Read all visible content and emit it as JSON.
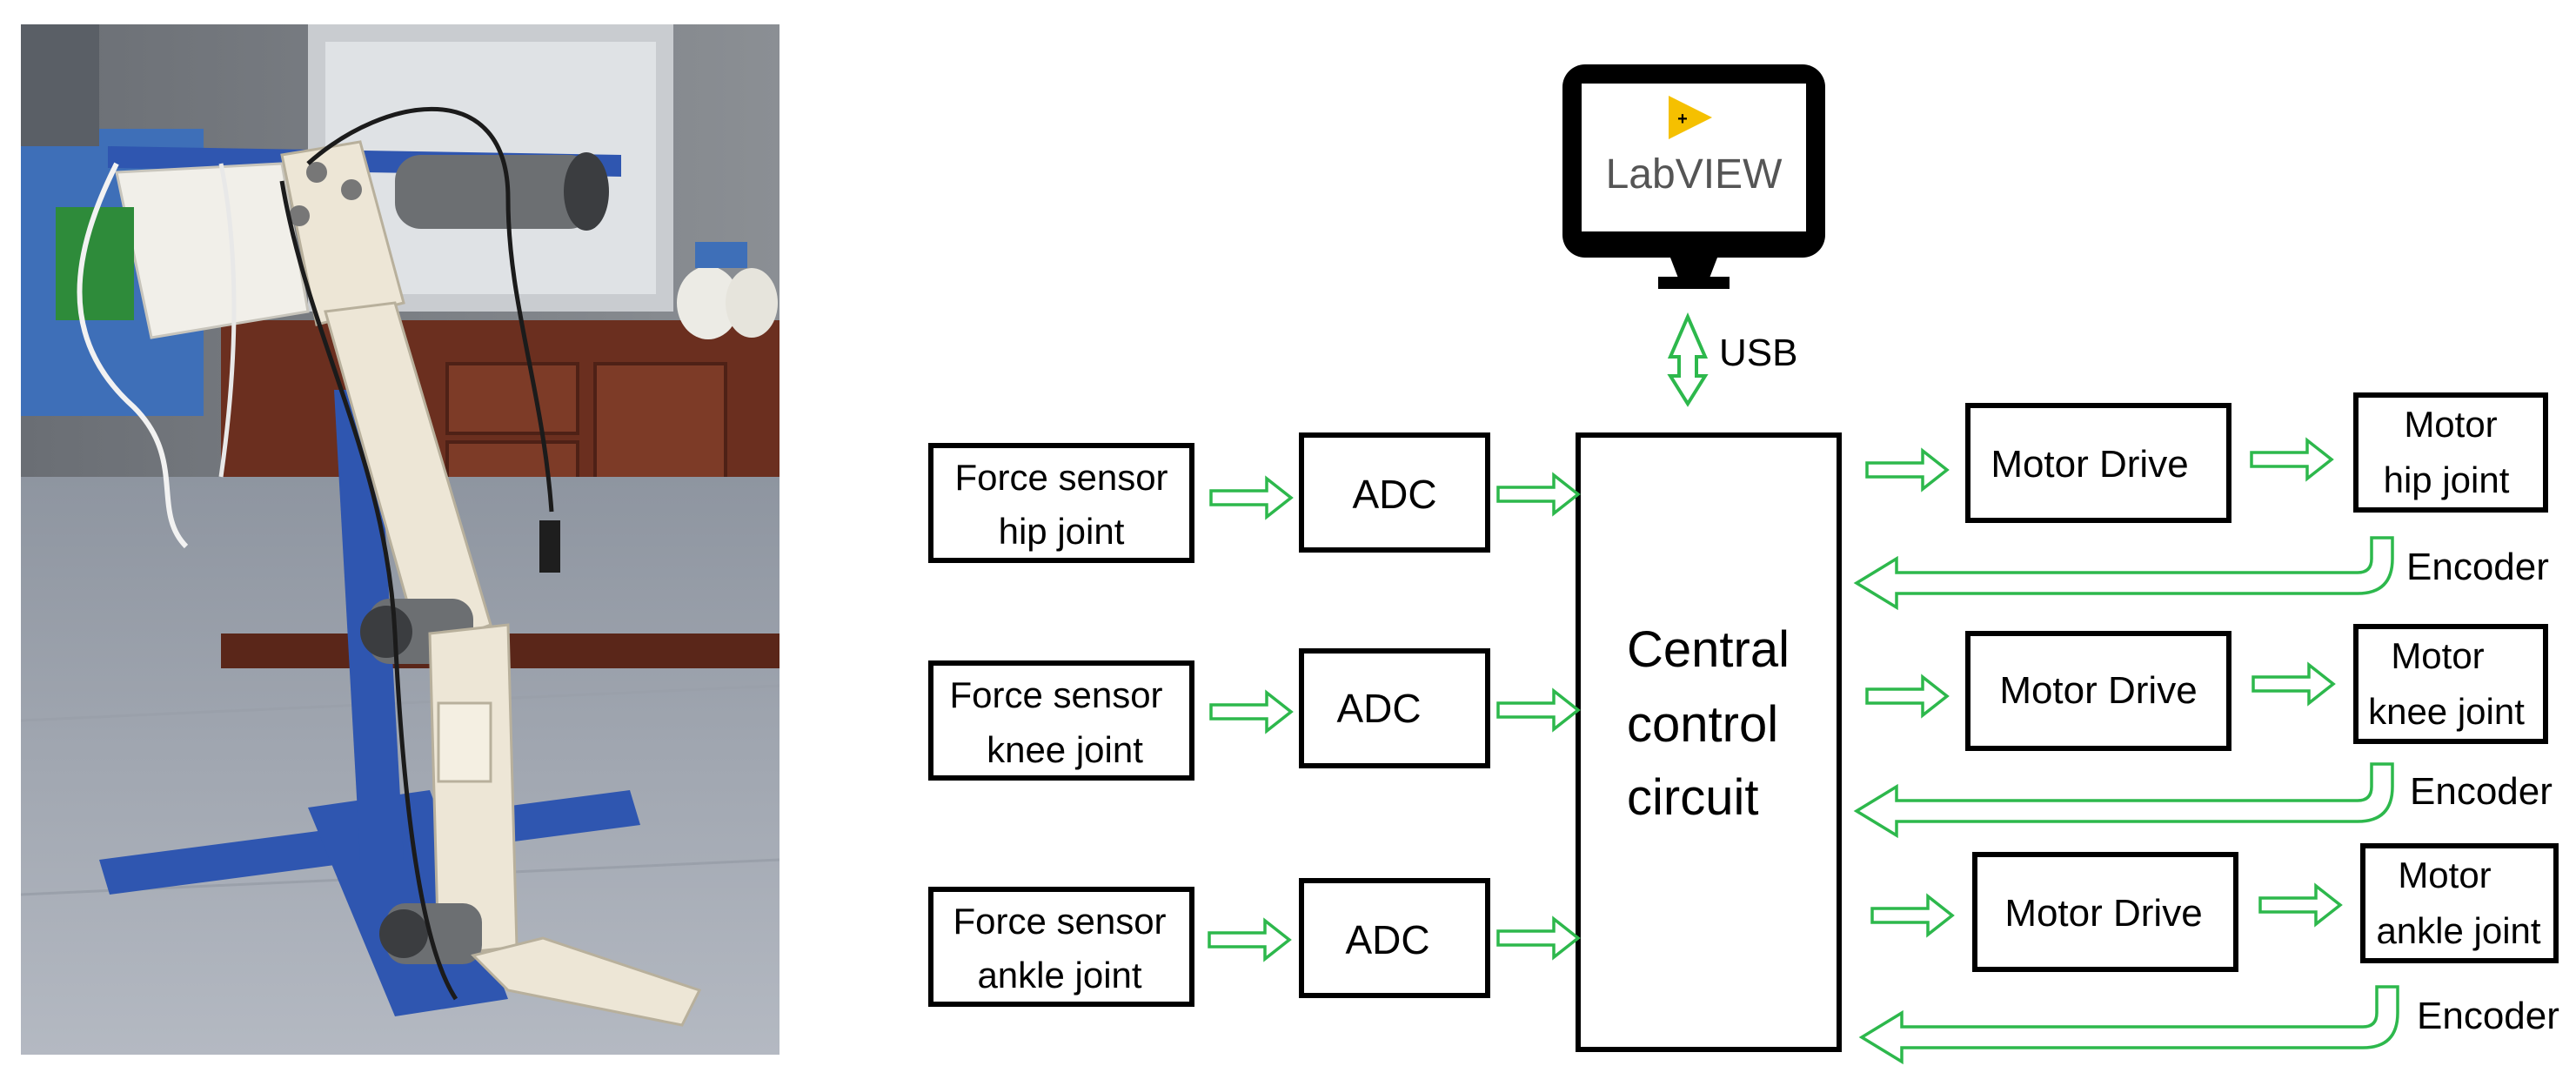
{
  "photo": {
    "subject": "lower-limb-exoskeleton-robot-prototype",
    "colors": {
      "frame": "#2f56b0",
      "links": "#ede6d6",
      "floor": "#a2a8b3",
      "cabinet": "#6b2f1f"
    }
  },
  "pc": {
    "logo_text": "LabVIEW",
    "logo_color": "#f5c000",
    "link_label": "USB"
  },
  "central": {
    "line1": "Central",
    "line2": "control",
    "line3": "circuit"
  },
  "sensors": [
    {
      "line1": "Force sensor",
      "line2": "hip joint",
      "adc_label": "ADC"
    },
    {
      "line1": "Force sensor",
      "line2": "knee joint",
      "adc_label": "ADC"
    },
    {
      "line1": "Force sensor",
      "line2": "ankle joint",
      "adc_label": "ADC"
    }
  ],
  "motors": [
    {
      "drive_label": "Motor Drive",
      "line1": "Motor",
      "line2": "hip joint",
      "encoder_label": "Encoder"
    },
    {
      "drive_label": "Motor Drive",
      "line1": "Motor",
      "line2": "knee joint",
      "encoder_label": "Encoder"
    },
    {
      "drive_label": "Motor Drive",
      "line1": "Motor",
      "line2": "ankle joint",
      "encoder_label": "Encoder"
    }
  ],
  "colors": {
    "arrow": "#2db84c",
    "box_stroke": "#000000"
  }
}
